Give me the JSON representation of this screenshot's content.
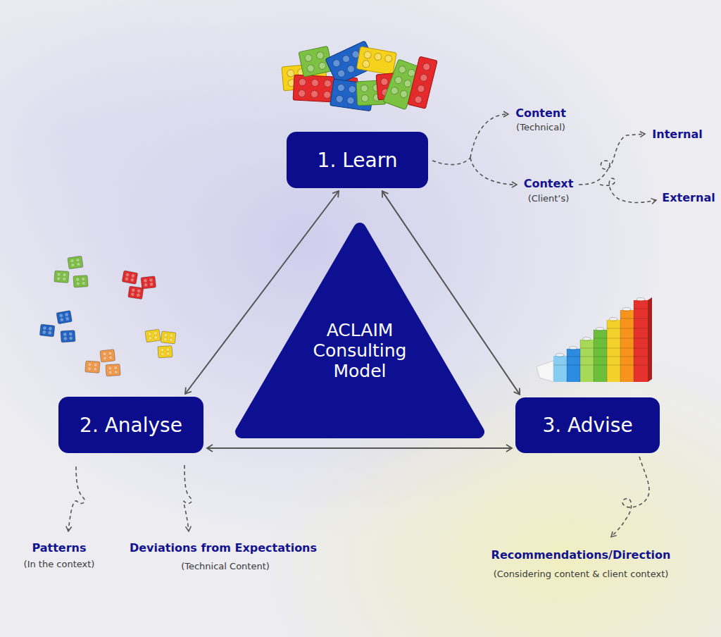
{
  "diagram": {
    "nodes": [
      {
        "text": [
          "1. Learn"
        ]
      },
      {
        "text": [
          "ACLAIM Consulting Model"
        ]
      },
      {
        "text": [
          "2. Analyse"
        ]
      },
      {
        "text": [
          "3. Advise"
        ]
      }
    ],
    "edges": [
      {
        "from": 0,
        "to": 2,
        "arrow": "both"
      },
      {
        "from": 0,
        "to": 3,
        "arrow": "both"
      },
      {
        "from": 2,
        "to": 3,
        "arrow": "both"
      }
    ],
    "labels": [
      "Content",
      "(Technical)",
      "Context",
      "(Client’s)",
      "Internal",
      "External",
      "Patterns",
      "(In the context)",
      "Deviations from Expectations",
      "(Technical Content)",
      "Recommendations/Direction",
      "(Considering content & client context)"
    ]
  }
}
